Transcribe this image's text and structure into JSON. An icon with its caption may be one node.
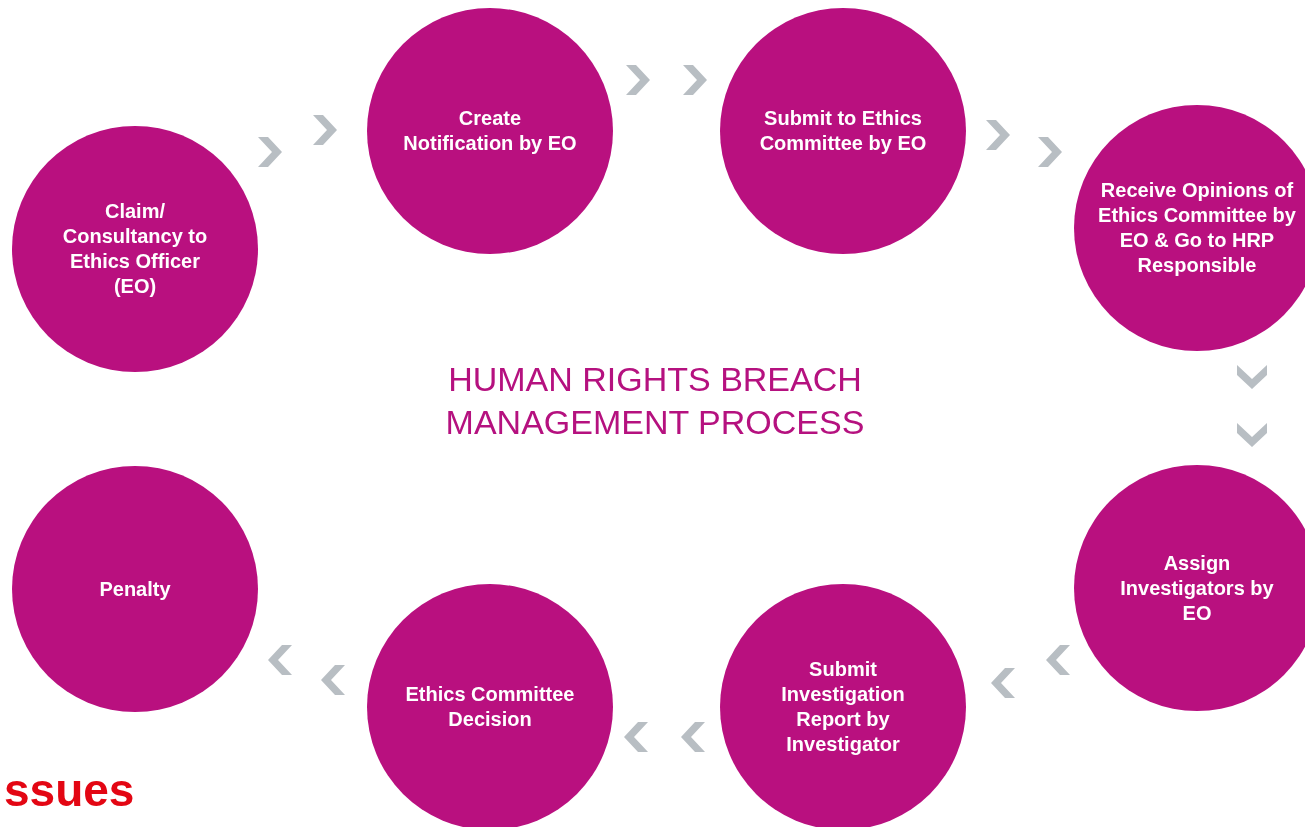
{
  "diagram": {
    "title": "HUMAN RIGHTS BREACH MANAGEMENT PROCESS",
    "nodes": [
      {
        "text": [
          "Claim/ Consultancy to Ethics Officer (EO)"
        ]
      },
      {
        "text": [
          "Create Notification by EO"
        ]
      },
      {
        "text": [
          "Submit to Ethics Committee by EO"
        ]
      },
      {
        "text": [
          "Receive Opinions of Ethics Committee by EO & Go to HRP Responsible"
        ]
      },
      {
        "text": [
          "Assign Investigators by EO"
        ]
      },
      {
        "text": [
          "Submit Investigation Report by Investigator"
        ]
      },
      {
        "text": [
          "Ethics Committee Decision"
        ]
      },
      {
        "text": [
          "Penalty"
        ]
      }
    ],
    "edges": [
      {
        "from": 0,
        "to": 1,
        "arrow": "to"
      },
      {
        "from": 1,
        "to": 2,
        "arrow": "to"
      },
      {
        "from": 2,
        "to": 3,
        "arrow": "to"
      },
      {
        "from": 3,
        "to": 4,
        "arrow": "to"
      },
      {
        "from": 4,
        "to": 5,
        "arrow": "to"
      },
      {
        "from": 5,
        "to": 6,
        "arrow": "to"
      },
      {
        "from": 6,
        "to": 7,
        "arrow": "to"
      }
    ],
    "labels": [
      "ssues"
    ]
  }
}
